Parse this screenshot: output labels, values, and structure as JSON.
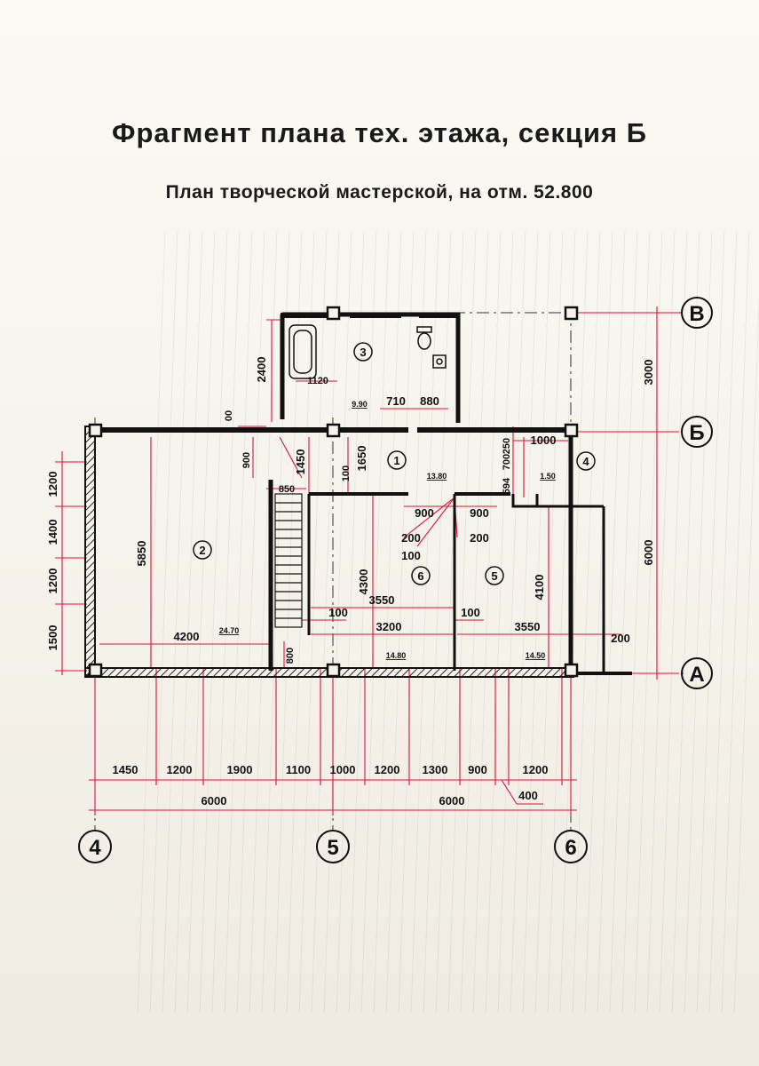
{
  "title": "Фрагмент плана тех. этажа, секция Б",
  "subtitle": "План творческой мастерской, на отм. 52.800",
  "axes": {
    "rows": [
      "В",
      "Б",
      "А"
    ],
    "cols": [
      "4",
      "5",
      "6"
    ]
  },
  "rooms": [
    {
      "id": "1",
      "area": "13.80"
    },
    {
      "id": "2",
      "area": "24.70"
    },
    {
      "id": "3",
      "area": "9.90"
    },
    {
      "id": "4",
      "area": "1.50"
    },
    {
      "id": "5",
      "area": "14.50"
    },
    {
      "id": "6",
      "area": "14.80"
    }
  ],
  "dims": {
    "bottom_segments": [
      "1450",
      "1200",
      "1900",
      "1100",
      "1000",
      "1200",
      "1300",
      "900",
      "1200"
    ],
    "bottom_extra": "400",
    "bottom_totals": [
      "6000",
      "6000"
    ],
    "right_spans": [
      "3000",
      "6000"
    ],
    "left_windows": [
      "1200",
      "1400",
      "1200",
      "1500"
    ],
    "room2_height": "5850",
    "room2_width": "4200",
    "room3_height": "2400",
    "room3_bath": "1120",
    "room3_doors": [
      "710",
      "880"
    ],
    "corr_door": "900",
    "corr_h1": "1450",
    "corr_h2": "1650",
    "corr_100": "100",
    "corr_00": "00",
    "stair_w": "850",
    "stair_h": "800",
    "room4_w": "1000",
    "room4_h1": "250",
    "room4_h2": "700",
    "room4_h3": "594",
    "door6": "900",
    "door5": "900",
    "door_small": [
      "200",
      "100",
      "200"
    ],
    "room6_h": "4300",
    "room6_w": "3550",
    "room5_h": "4100",
    "room5_w": "3550",
    "mid_w": "3200",
    "mid_100a": "100",
    "mid_100b": "100",
    "right_200": "200"
  }
}
